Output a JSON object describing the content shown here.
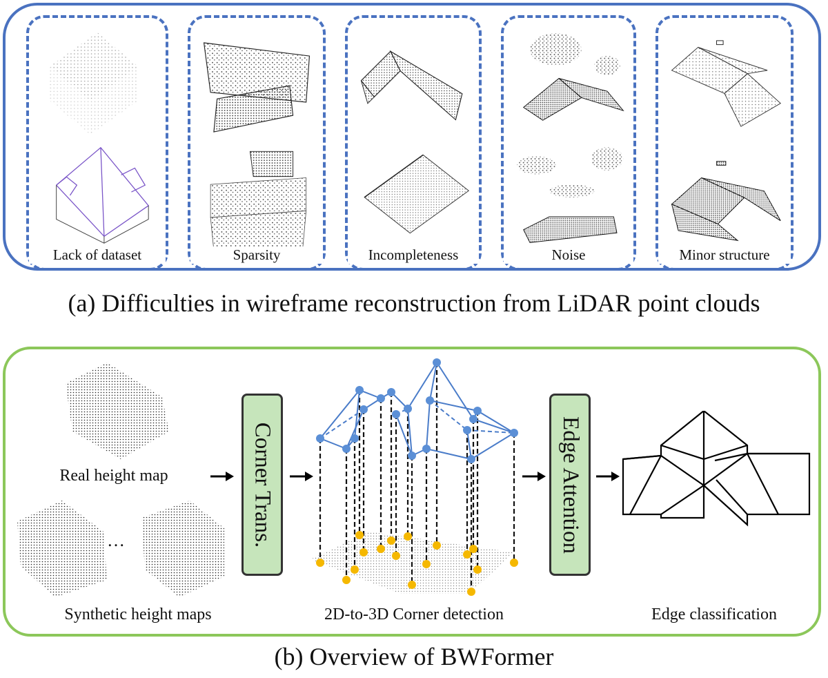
{
  "panel_a": {
    "caption": "(a) Difficulties in wireframe reconstruction from LiDAR point clouds",
    "categories": [
      {
        "label": "Lack of dataset"
      },
      {
        "label": "Sparsity"
      },
      {
        "label": "Incompleteness"
      },
      {
        "label": "Noise"
      },
      {
        "label": "Minor structure"
      }
    ]
  },
  "panel_b": {
    "caption": "(b) Overview of BWFormer",
    "inputs": {
      "real_label": "Real height map",
      "ellipsis": "…",
      "synthetic_label": "Synthetic height maps"
    },
    "modules": {
      "corner_trans": "Corner Trans.",
      "edge_attention": "Edge Attention"
    },
    "steps": {
      "corner_detection": "2D-to-3D Corner detection",
      "edge_classification": "Edge classification"
    }
  },
  "colors": {
    "panel_a_border": "#4a72c0",
    "panel_b_border": "#8cc75a",
    "module_fill": "#c6e5bb",
    "corner_3d": "#5b8fd6",
    "corner_2d": "#f5b800",
    "wireframe": "#4a7cc9"
  }
}
